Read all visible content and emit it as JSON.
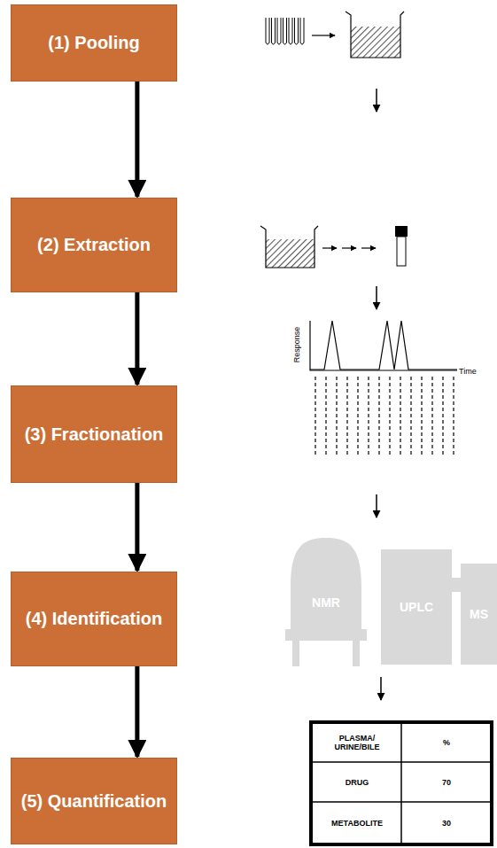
{
  "diagram": {
    "nodes": [
      {
        "text": [
          "(1) Pooling"
        ]
      },
      {
        "text": [
          "(2) Extraction"
        ]
      },
      {
        "text": [
          "(3) Fractionation"
        ]
      },
      {
        "text": [
          "(4) Identification"
        ]
      },
      {
        "text": [
          "(5) Quantification"
        ]
      },
      {
        "text": [
          "NMR"
        ]
      },
      {
        "text": [
          "UPLC"
        ]
      },
      {
        "text": [
          "MS"
        ]
      }
    ],
    "edges": [
      {
        "from": 0,
        "to": 1,
        "arrow": "to"
      },
      {
        "from": 1,
        "to": 2,
        "arrow": "to"
      },
      {
        "from": 2,
        "to": 3,
        "arrow": "to"
      },
      {
        "from": 3,
        "to": 4,
        "arrow": "to"
      }
    ],
    "labels": [
      "Response",
      "Time",
      "PLASMA/ URINE/BILE",
      "%",
      "DRUG",
      "70",
      "METABOLITE",
      "30"
    ]
  }
}
